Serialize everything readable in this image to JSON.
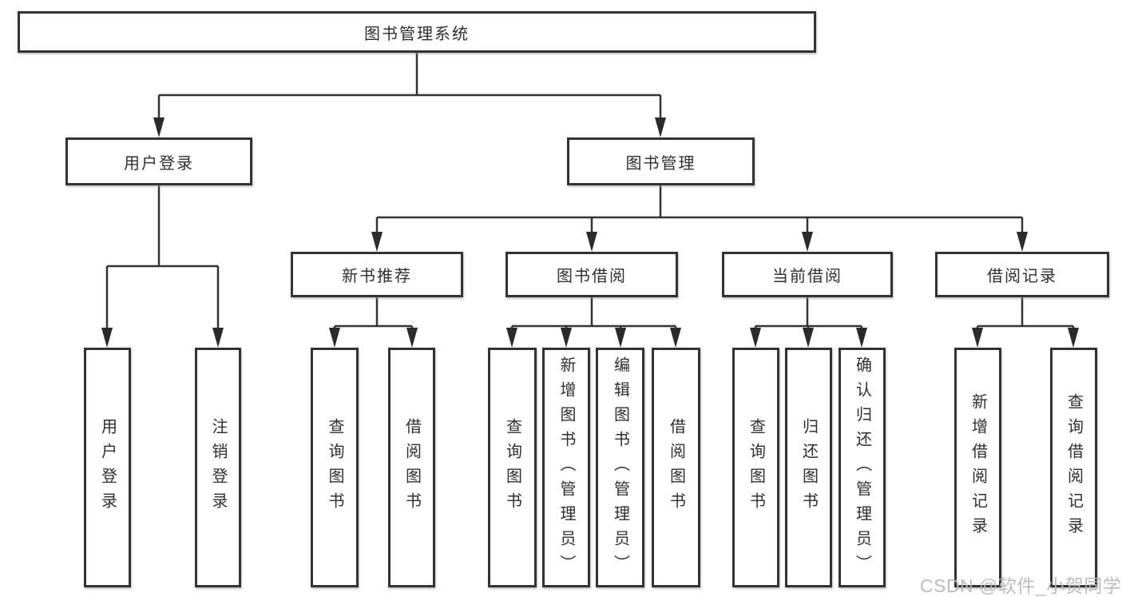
{
  "diagram": {
    "title": "图书管理系统",
    "nodes": {
      "root": {
        "label": "图书管理系统"
      },
      "user_login": {
        "label": "用户登录"
      },
      "book_mgmt": {
        "label": "图书管理"
      },
      "new_book_rec": {
        "label": "新书推荐"
      },
      "book_borrow": {
        "label": "图书借阅"
      },
      "current_borrow": {
        "label": "当前借阅"
      },
      "borrow_records": {
        "label": "借阅记录"
      },
      "leaf_user_login": {
        "label": "用户登录"
      },
      "leaf_logout": {
        "label": "注销登录"
      },
      "leaf_rec_query": {
        "label": "查询图书"
      },
      "leaf_rec_borrow": {
        "label": "借阅图书"
      },
      "leaf_bb_query": {
        "label": "查询图书"
      },
      "leaf_bb_add": {
        "label": "新增图书（管理员）"
      },
      "leaf_bb_edit": {
        "label": "编辑图书（管理员）"
      },
      "leaf_bb_borrow": {
        "label": "借阅图书"
      },
      "leaf_cb_query": {
        "label": "查询图书"
      },
      "leaf_cb_return": {
        "label": "归还图书"
      },
      "leaf_cb_confirm": {
        "label": "确认归还（管理员）"
      },
      "leaf_br_add": {
        "label": "新增借阅记录"
      },
      "leaf_br_query": {
        "label": "查询借阅记录"
      }
    },
    "colors": {
      "line": "#333333",
      "box_border": "#333333",
      "text": "#2f2f2f",
      "background": "#ffffff",
      "watermark": "#b9b9b9"
    }
  },
  "watermark": {
    "text": "CSDN @软件_小贺同学"
  }
}
